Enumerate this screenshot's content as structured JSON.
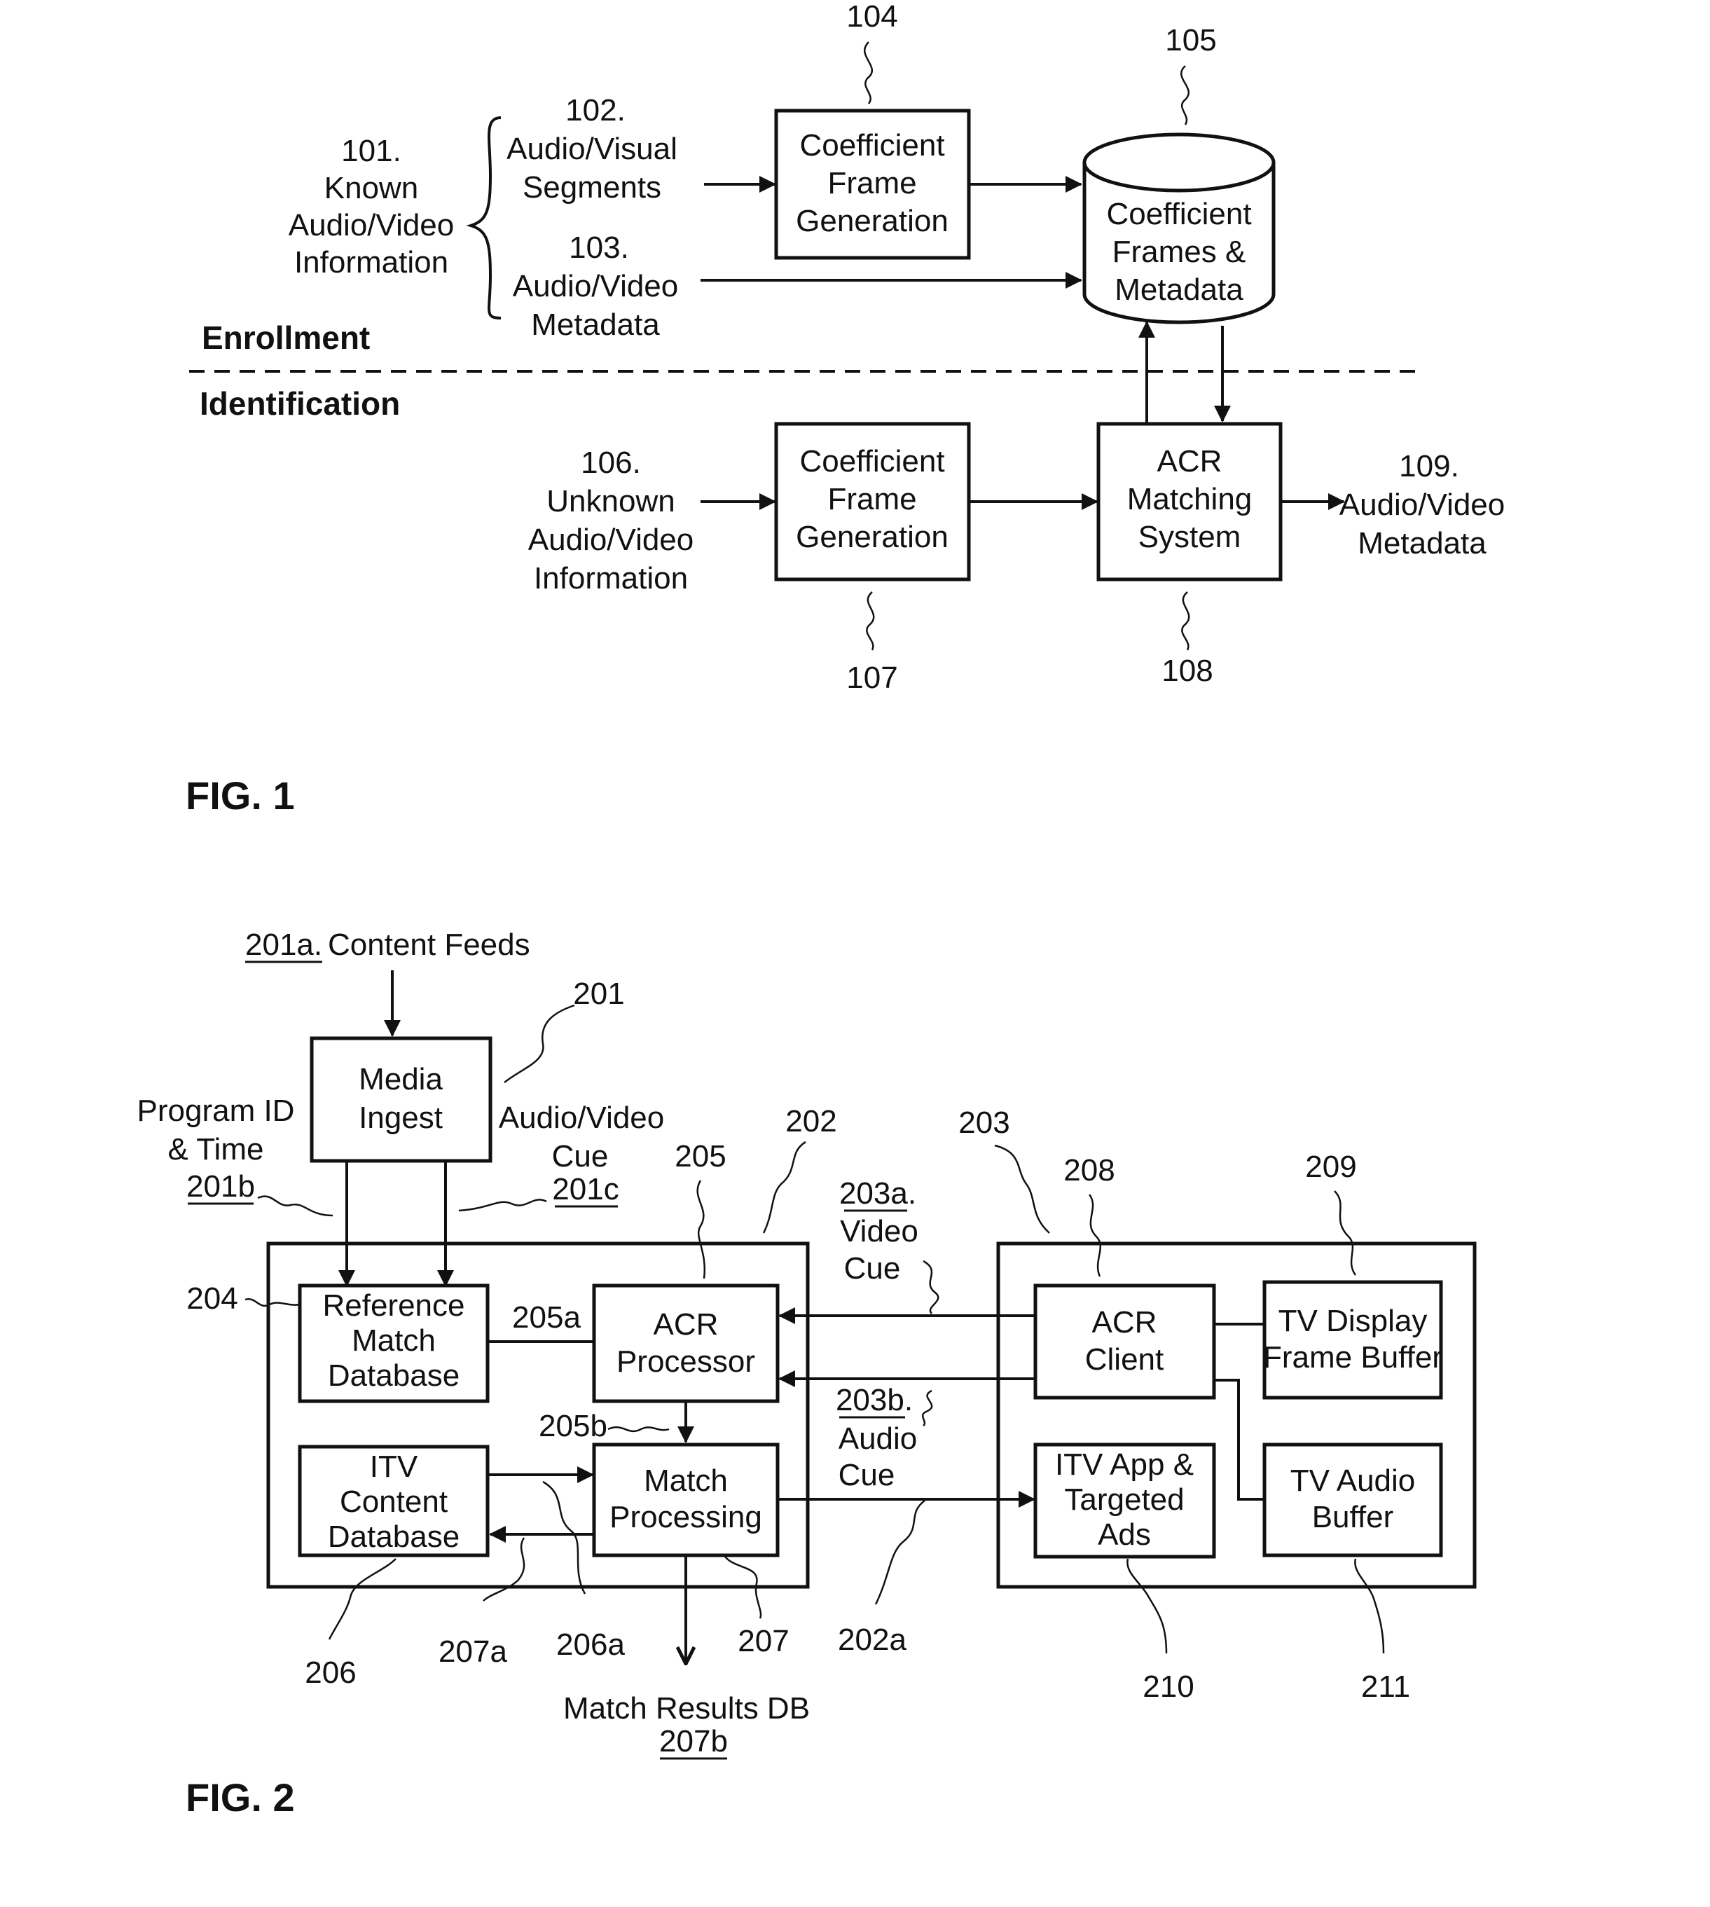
{
  "fig1": {
    "ref_104": "104",
    "ref_105": "105",
    "ref_107": "107",
    "ref_108": "108",
    "known_info": [
      "101.",
      "Known",
      "Audio/Video",
      "Information"
    ],
    "av_segments": [
      "102.",
      "Audio/Visual",
      "Segments"
    ],
    "av_metadata": [
      "103.",
      "Audio/Video",
      "Metadata"
    ],
    "coef_gen_top": [
      "Coefficient",
      "Frame",
      "Generation"
    ],
    "coef_db": [
      "Coefficient",
      "Frames &",
      "Metadata"
    ],
    "enrollment": "Enrollment",
    "identification": "Identification",
    "unknown_info": [
      "106.",
      "Unknown",
      "Audio/Video",
      "Information"
    ],
    "coef_gen_bottom": [
      "Coefficient",
      "Frame",
      "Generation"
    ],
    "acr_matching": [
      "ACR",
      "Matching",
      "System"
    ],
    "out_metadata": [
      "109.",
      "Audio/Video",
      "Metadata"
    ],
    "caption": "FIG. 1"
  },
  "fig2": {
    "content_feeds_ref": "201a.",
    "content_feeds": "Content Feeds",
    "ref_201": "201",
    "media_ingest": [
      "Media",
      "Ingest"
    ],
    "program_id": [
      "Program ID",
      "& Time"
    ],
    "program_id_ref": "201b",
    "av_cue": [
      "Audio/Video",
      "Cue"
    ],
    "av_cue_ref": "201c",
    "ref_202": "202",
    "ref_203": "203",
    "ref_204": "204",
    "ref_205": "205",
    "ref_208": "208",
    "ref_209": "209",
    "video_cue_ref": "203a.",
    "video_cue": [
      "Video",
      "Cue"
    ],
    "audio_cue_ref": "203b.",
    "audio_cue": [
      "Audio",
      "Cue"
    ],
    "reference_db": [
      "Reference",
      "Match",
      "Database"
    ],
    "label_205a": "205a",
    "label_205b": "205b",
    "acr_processor": [
      "ACR",
      "Processor"
    ],
    "itv_content_db": [
      "ITV",
      "Content",
      "Database"
    ],
    "match_processing": [
      "Match",
      "Processing"
    ],
    "acr_client": [
      "ACR",
      "Client"
    ],
    "tv_display": [
      "TV Display",
      "Frame Buffer"
    ],
    "itv_app": [
      "ITV App &",
      "Targeted",
      "Ads"
    ],
    "tv_audio": [
      "TV Audio",
      "Buffer"
    ],
    "ref_206": "206",
    "ref_207a": "207a",
    "ref_206a": "206a",
    "ref_207": "207",
    "ref_202a": "202a",
    "ref_210": "210",
    "ref_211": "211",
    "match_results": "Match Results DB",
    "match_results_ref": "207b",
    "caption": "FIG. 2"
  }
}
